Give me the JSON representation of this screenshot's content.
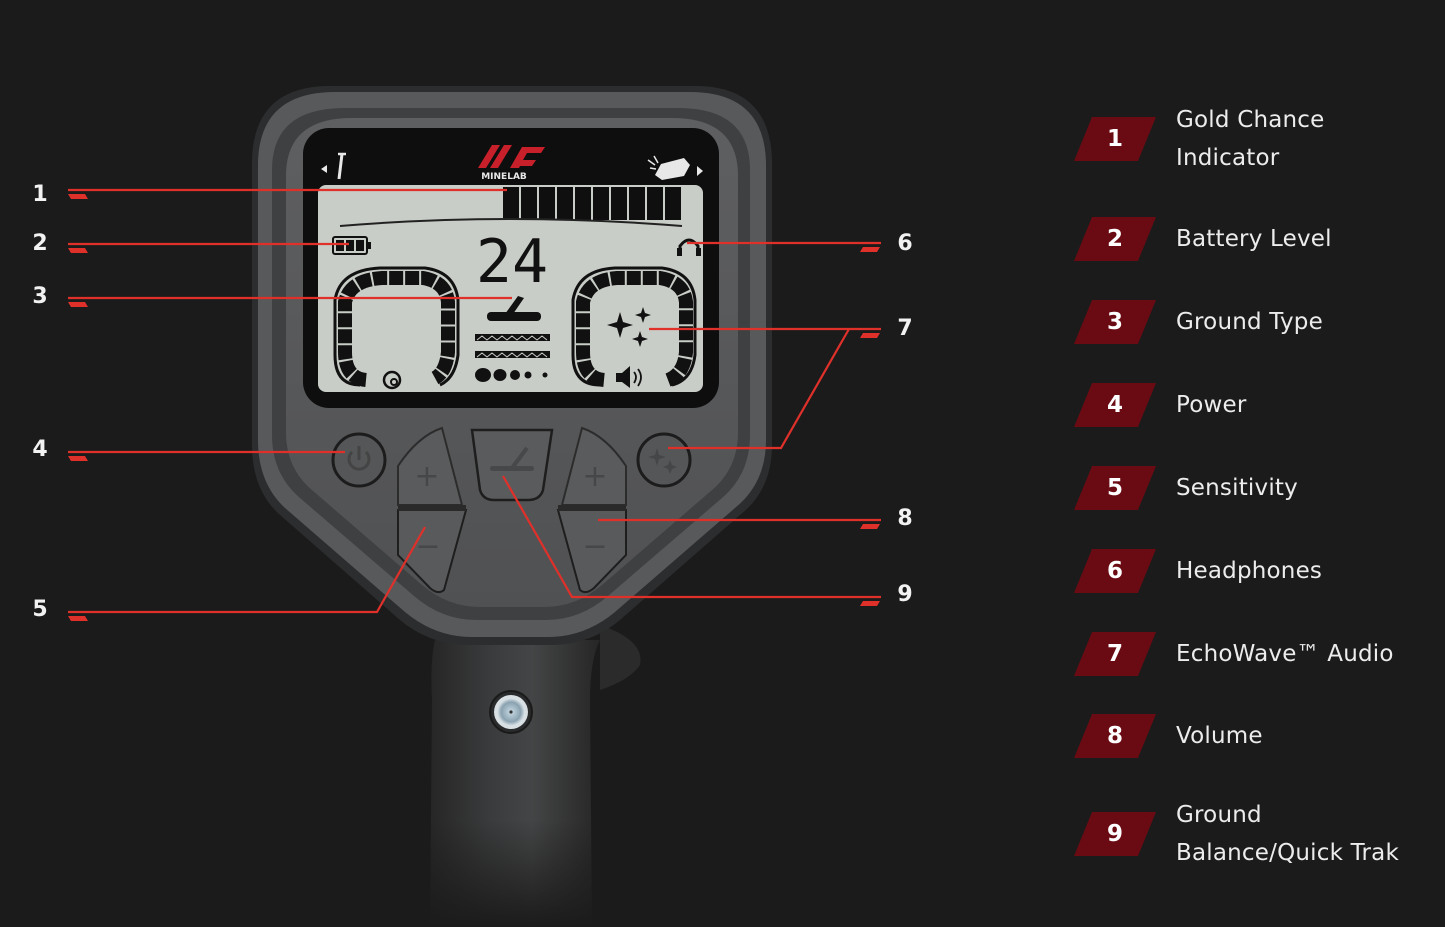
{
  "device": {
    "brand": "MINELAB",
    "display": {
      "depth_number": "24",
      "gold_chance_segments": 10,
      "battery_bars": 3,
      "left_arrow_icon": "left-arrow-icon",
      "nail_icon": "nail-icon",
      "gold_bar_icon": "gold-bar-icon",
      "right_arrow_icon": "right-arrow-icon",
      "headphones_icon": "headphones-icon",
      "ground_type_icon": "ground-type-icon",
      "sparkles_icon": "sparkles-icon",
      "speaker_icon": "speaker-icon",
      "sensitivity_dial_icon": "sensitivity-dial-icon"
    },
    "buttons": [
      {
        "name": "power",
        "icon": "power-icon"
      },
      {
        "name": "sensitivity-plus",
        "symbol": "+"
      },
      {
        "name": "sensitivity-minus",
        "symbol": "−"
      },
      {
        "name": "ground-balance",
        "icon": "ground-balance-icon"
      },
      {
        "name": "volume-plus",
        "symbol": "+"
      },
      {
        "name": "volume-minus",
        "symbol": "−"
      },
      {
        "name": "echowave",
        "icon": "sparkles-icon"
      }
    ]
  },
  "callouts": {
    "left": [
      {
        "num": "1"
      },
      {
        "num": "2"
      },
      {
        "num": "3"
      },
      {
        "num": "4"
      },
      {
        "num": "5"
      }
    ],
    "right": [
      {
        "num": "6"
      },
      {
        "num": "7"
      },
      {
        "num": "8"
      },
      {
        "num": "9"
      }
    ]
  },
  "legend": {
    "items": [
      {
        "num": "1",
        "label": "Gold Chance\nIndicator"
      },
      {
        "num": "2",
        "label": "Battery Level"
      },
      {
        "num": "3",
        "label": "Ground Type"
      },
      {
        "num": "4",
        "label": "Power"
      },
      {
        "num": "5",
        "label": "Sensitivity"
      },
      {
        "num": "6",
        "label": "Headphones"
      },
      {
        "num": "7",
        "label": "EchoWave™ Audio"
      },
      {
        "num": "8",
        "label": "Volume"
      },
      {
        "num": "9",
        "label": "Ground\nBalance/Quick Trak"
      }
    ]
  },
  "colors": {
    "background": "#1b1b1b",
    "callout_line": "#e0302a",
    "badge": "#6a0b13",
    "lcd": "#c9cdc7",
    "device_body": "#58595b",
    "brand_red": "#c8202b"
  }
}
